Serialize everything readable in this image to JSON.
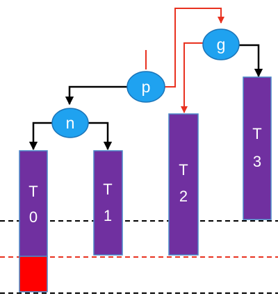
{
  "colors": {
    "node_fill": "#1fa2f0",
    "node_stroke": "#1b74b8",
    "tree_fill": "#7030a0",
    "tree_stroke": "#4a89c8",
    "edge_black": "#000000",
    "edge_red": "#e8311f",
    "overflow_fill": "#ff0000",
    "dash_black": "#000000",
    "dash_red": "#e8311f"
  },
  "nodes": {
    "p": {
      "label": "p"
    },
    "g": {
      "label": "g"
    },
    "n": {
      "label": "n"
    }
  },
  "subtrees": {
    "t0": {
      "letter": "T",
      "index": "0"
    },
    "t1": {
      "letter": "T",
      "index": "1"
    },
    "t2": {
      "letter": "T",
      "index": "2"
    },
    "t3": {
      "letter": "T",
      "index": "3"
    }
  }
}
